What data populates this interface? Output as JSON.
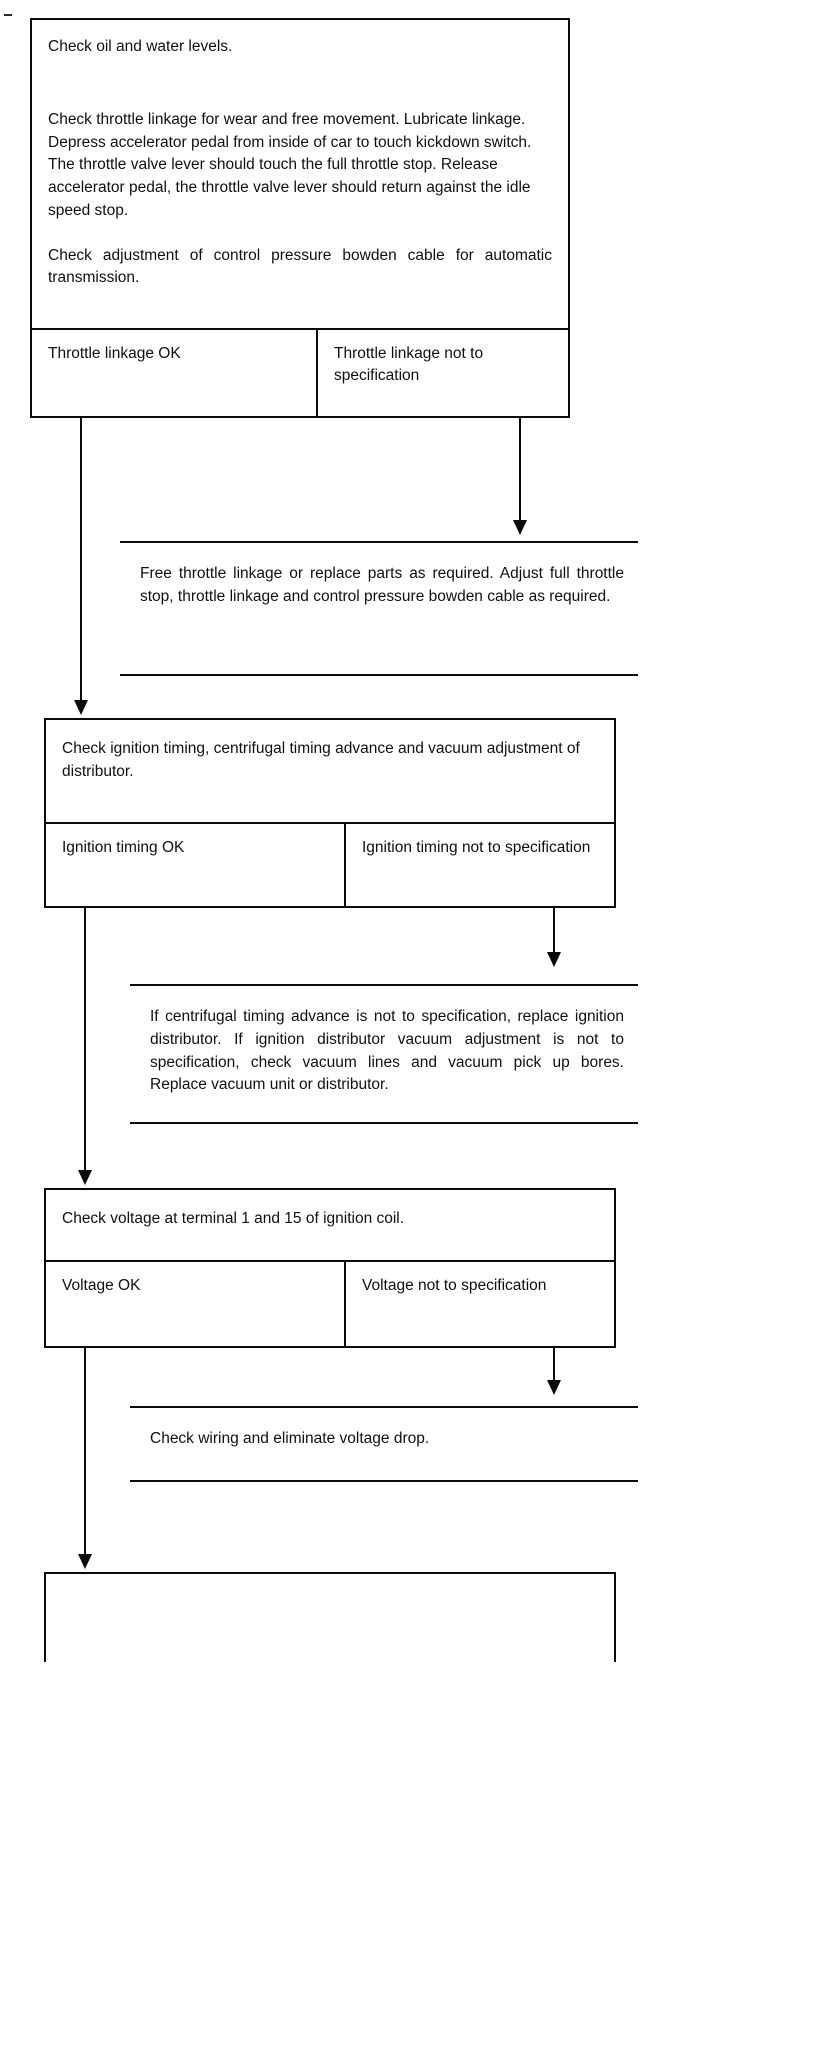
{
  "document": {
    "type": "troubleshooting-flowchart",
    "title": "Engine / ignition troubleshooting chart"
  },
  "steps": [
    {
      "id": "step-1",
      "check_paragraphs": [
        "Check oil and water levels.",
        "Check throttle linkage for wear and free movement. Lubricate linkage. Depress accelerator pedal from inside of car to touch kickdown switch. The throttle valve lever should touch the full throttle stop. Release accelerator pedal, the throttle valve lever should return against the idle speed stop.",
        "Check adjustment of control pressure bowden cable for automatic transmission."
      ],
      "result_ok": "Throttle linkage OK",
      "result_not_ok": "Throttle linkage not to specification",
      "remedy": "Free throttle linkage or replace parts as required. Adjust full throttle stop, throttle linkage and control pressure bowden cable as required."
    },
    {
      "id": "step-2",
      "check_paragraphs": [
        "Check ignition timing, centrifugal timing advance and vacuum adjustment of distributor."
      ],
      "result_ok": "Ignition timing OK",
      "result_not_ok": "Ignition timing not to specification",
      "remedy": "If centrifugal timing advance is not to specification, replace ignition distributor. If ignition distributor vacuum adjustment is not to specification, check vacuum lines and vacuum pick up bores. Replace vacuum unit or distributor."
    },
    {
      "id": "step-3",
      "check_paragraphs": [
        "Check voltage at terminal 1 and 15 of ignition coil."
      ],
      "result_ok": "Voltage OK",
      "result_not_ok": "Voltage not to specification",
      "remedy": "Check wiring and eliminate voltage drop."
    }
  ],
  "colors": {
    "ink": "#0a0a0a",
    "paper": "#ffffff"
  }
}
